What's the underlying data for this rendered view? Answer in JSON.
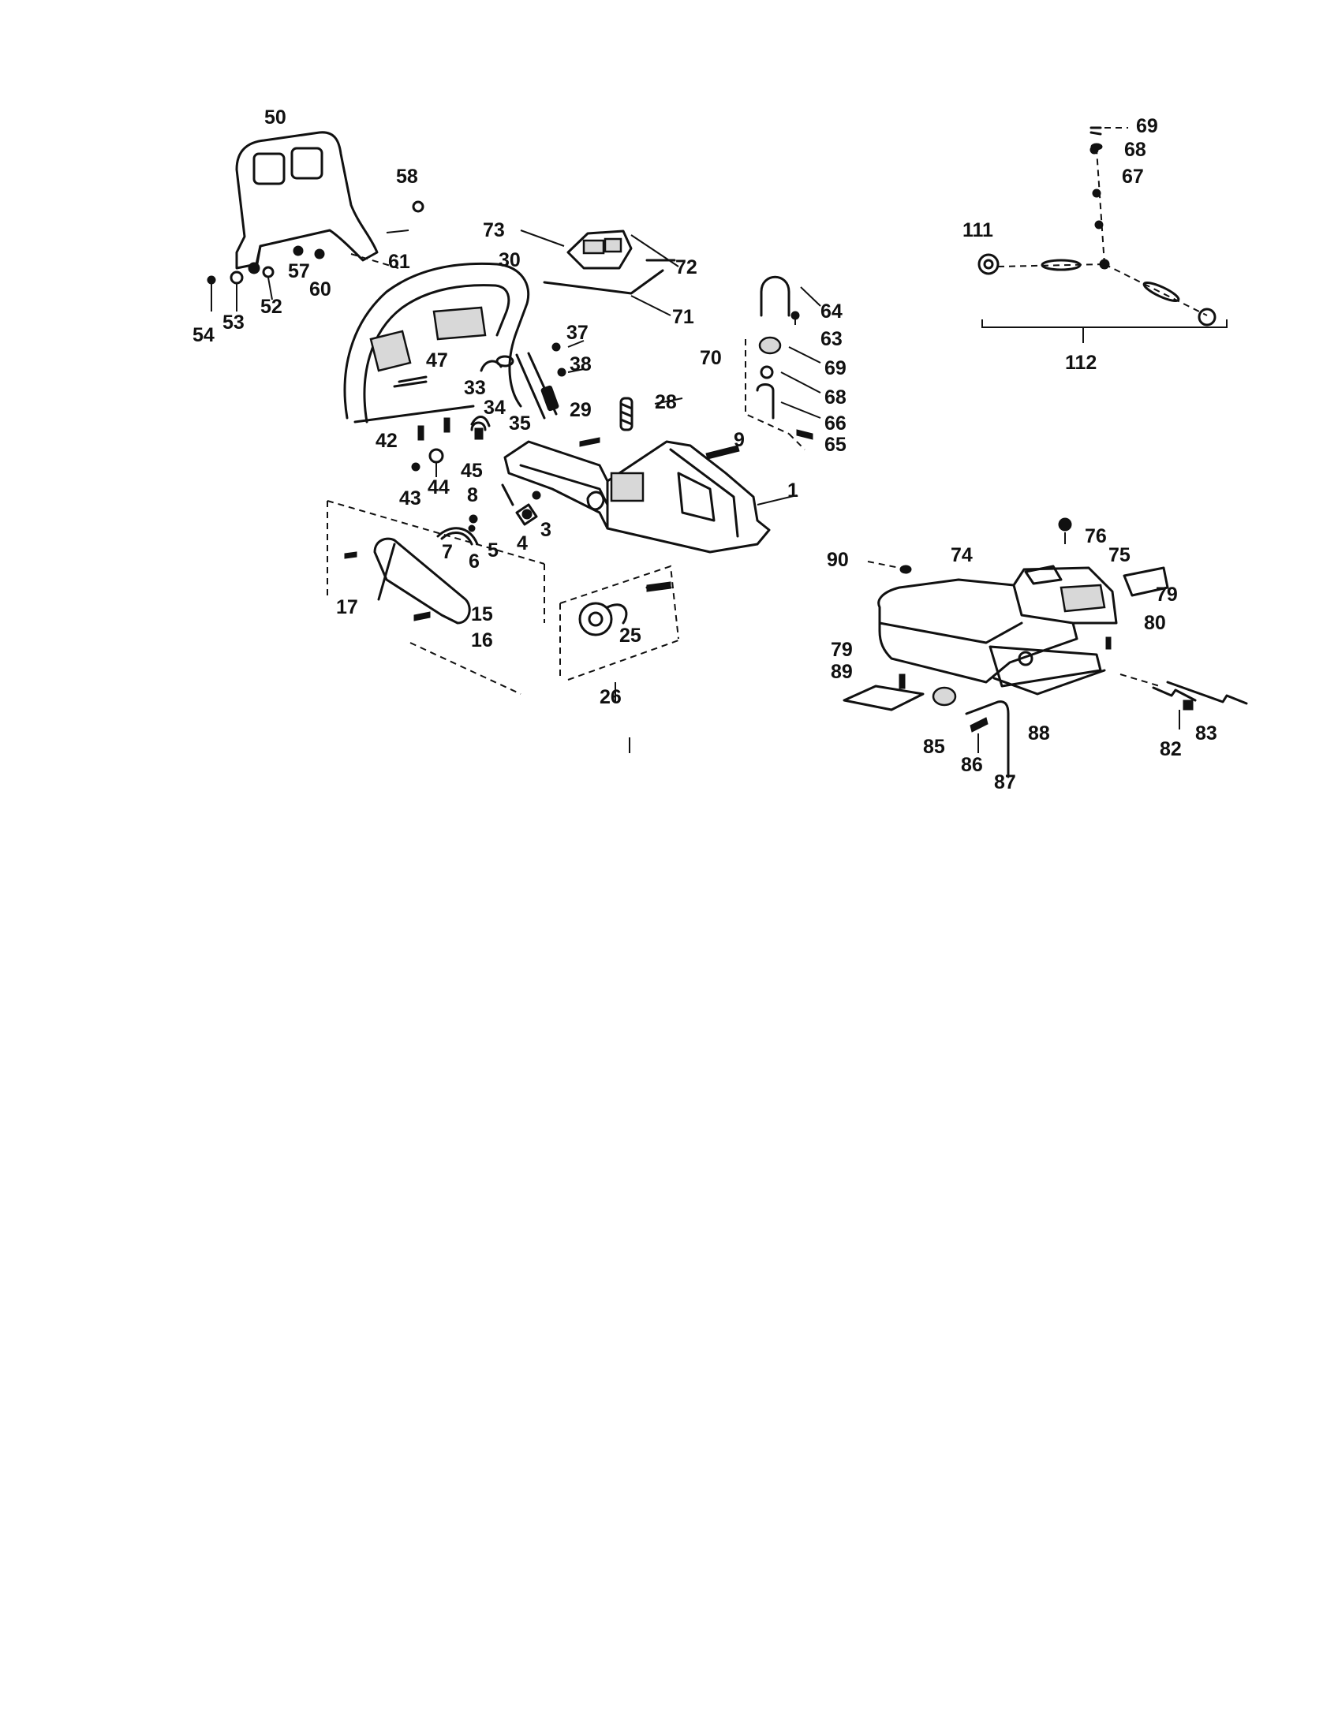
{
  "labels": {
    "p1": "1",
    "p3": "3",
    "p4": "4",
    "p5": "5",
    "p6": "6",
    "p7": "7",
    "p8": "8",
    "p9": "9",
    "p15": "15",
    "p16": "16",
    "p17": "17",
    "p25": "25",
    "p26": "26",
    "p28": "28",
    "p29": "29",
    "p30": "30",
    "p33": "33",
    "p34": "34",
    "p35": "35",
    "p37": "37",
    "p38": "38",
    "p42": "42",
    "p43": "43",
    "p44": "44",
    "p45": "45",
    "p47": "47",
    "p50": "50",
    "p52": "52",
    "p53": "53",
    "p54": "54",
    "p57": "57",
    "p58": "58",
    "p60": "60",
    "p61": "61",
    "p63": "63",
    "p64": "64",
    "p65": "65",
    "p66": "66",
    "p67": "67",
    "p68": "68",
    "p69": "69",
    "p70": "70",
    "p71": "71",
    "p72": "72",
    "p73": "73",
    "p74": "74",
    "p75": "75",
    "p76": "76",
    "p79": "79",
    "p80": "80",
    "p82": "82",
    "p83": "83",
    "p85": "85",
    "p86": "86",
    "p87": "87",
    "p88": "88",
    "p89": "89",
    "p90": "90",
    "p111": "111",
    "p112": "112"
  }
}
